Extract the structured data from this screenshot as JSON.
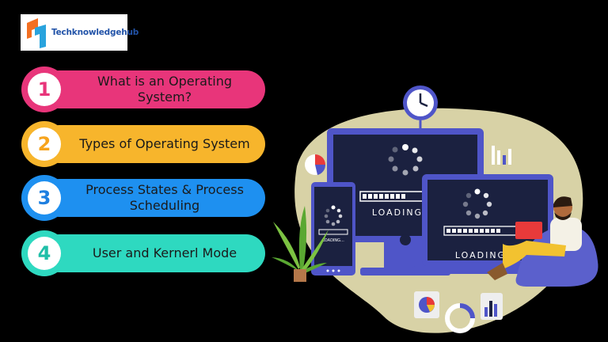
{
  "brand": {
    "name": "Techknowledgehub"
  },
  "topics": [
    {
      "number": "1",
      "label": "What is an Operating System?",
      "color": "#e8357a",
      "number_color": "#e8357a"
    },
    {
      "number": "2",
      "label": "Types of Operating System",
      "color": "#f7b52c",
      "number_color": "#f7a41c"
    },
    {
      "number": "3",
      "label": "Process States & Process Scheduling",
      "color": "#1e90f0",
      "number_color": "#1e7fe0"
    },
    {
      "number": "4",
      "label": "User and Kernerl Mode",
      "color": "#2ed9c0",
      "number_color": "#1fbfa8"
    }
  ],
  "illustration": {
    "monitor_text": "LOADING",
    "laptop_text": "LOADING",
    "phone_text": "LOADING...",
    "colors": {
      "blob": "#d8d2a6",
      "device": "#4f55c8",
      "screen": "#1b2140",
      "accent": "#e83a3a"
    }
  }
}
